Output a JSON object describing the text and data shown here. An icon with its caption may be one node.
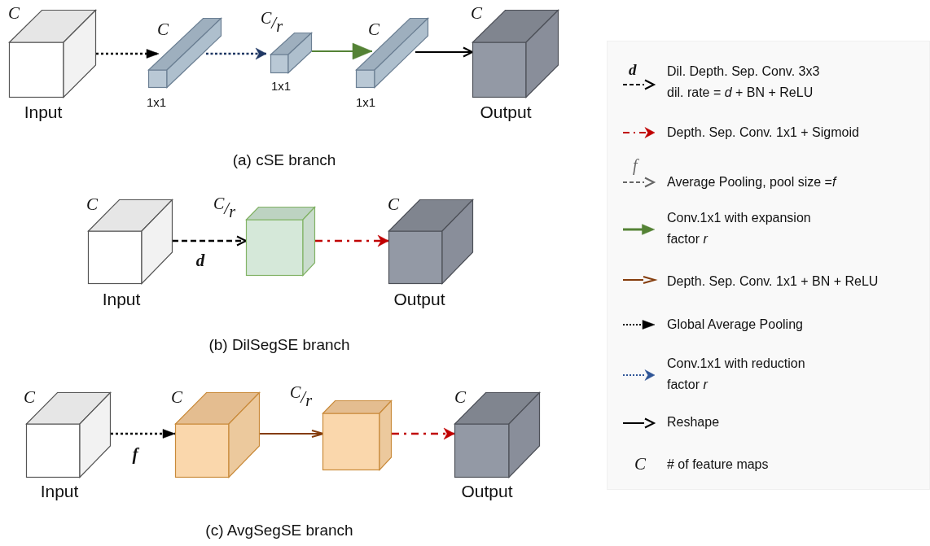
{
  "diagram": {
    "nodes": [
      {
        "text": [
          "C"
        ],
        "beside": [
          "Input"
        ]
      },
      {
        "text": [
          "C"
        ],
        "beside": [
          "1x1"
        ]
      },
      {
        "text": [
          "$^{C}$/$_{r}$"
        ],
        "beside": [
          "1x1"
        ]
      },
      {
        "text": [
          "C"
        ],
        "beside": [
          "1x1"
        ]
      },
      {
        "text": [
          "C"
        ],
        "beside": [
          "Output"
        ]
      },
      {
        "text": [
          "C"
        ],
        "beside": [
          "Input"
        ]
      },
      {
        "text": [
          "$^{C}$/$_{r}$"
        ]
      },
      {
        "text": [
          "C"
        ],
        "beside": [
          "Output"
        ]
      },
      {
        "text": [
          "C"
        ],
        "beside": [
          "Input"
        ]
      },
      {
        "text": [
          "C"
        ]
      },
      {
        "text": [
          "$^{C}$/$_{r}$"
        ]
      },
      {
        "text": [
          "C"
        ],
        "beside": [
          "Output"
        ]
      }
    ],
    "edges": [
      {
        "from": 0,
        "to": 1,
        "arrow": "to",
        "style": "dashed"
      },
      {
        "from": 1,
        "to": 2,
        "arrow": "to",
        "style": "dashed",
        "color": "#203864"
      },
      {
        "from": 2,
        "to": 3,
        "arrow": "to",
        "color": "#548235"
      },
      {
        "from": 3,
        "to": 4,
        "arrow": "to"
      },
      {
        "from": 5,
        "to": 6,
        "arrow": "to",
        "style": "dashed",
        "label": "d"
      },
      {
        "from": 6,
        "to": 7,
        "arrow": "to",
        "style": "dashed",
        "color": "#c00000"
      },
      {
        "from": 8,
        "to": 9,
        "arrow": "to",
        "style": "dashed",
        "label": "f"
      },
      {
        "from": 9,
        "to": 10,
        "arrow": "to",
        "color": "#843c0c"
      },
      {
        "from": 10,
        "to": 11,
        "arrow": "to",
        "style": "dashed",
        "color": "#c00000"
      }
    ],
    "labels": [
      "(a) cSE branch",
      "(b) DilSegSE branch",
      "(c) AvgSegSE branch",
      "d",
      "f",
      "C"
    ],
    "legend": [
      {
        "text": "Dil. Depth. Sep. Conv. 3x3 dil. rate = *d* + BN + ReLU"
      },
      {
        "text": "Depth. Sep. Conv. 1x1 + Sigmoid"
      },
      {
        "text": "Average Pooling, pool size =*f*"
      },
      {
        "text": "Conv.1x1 with expansion factor *r*"
      },
      {
        "text": "Depth. Sep. Conv. 1x1 + BN + ReLU"
      },
      {
        "text": "Global Average Pooling"
      },
      {
        "text": "Conv.1x1 with reduction factor *r*"
      },
      {
        "text": "Reshape"
      },
      {
        "text": "# of feature maps"
      }
    ]
  }
}
